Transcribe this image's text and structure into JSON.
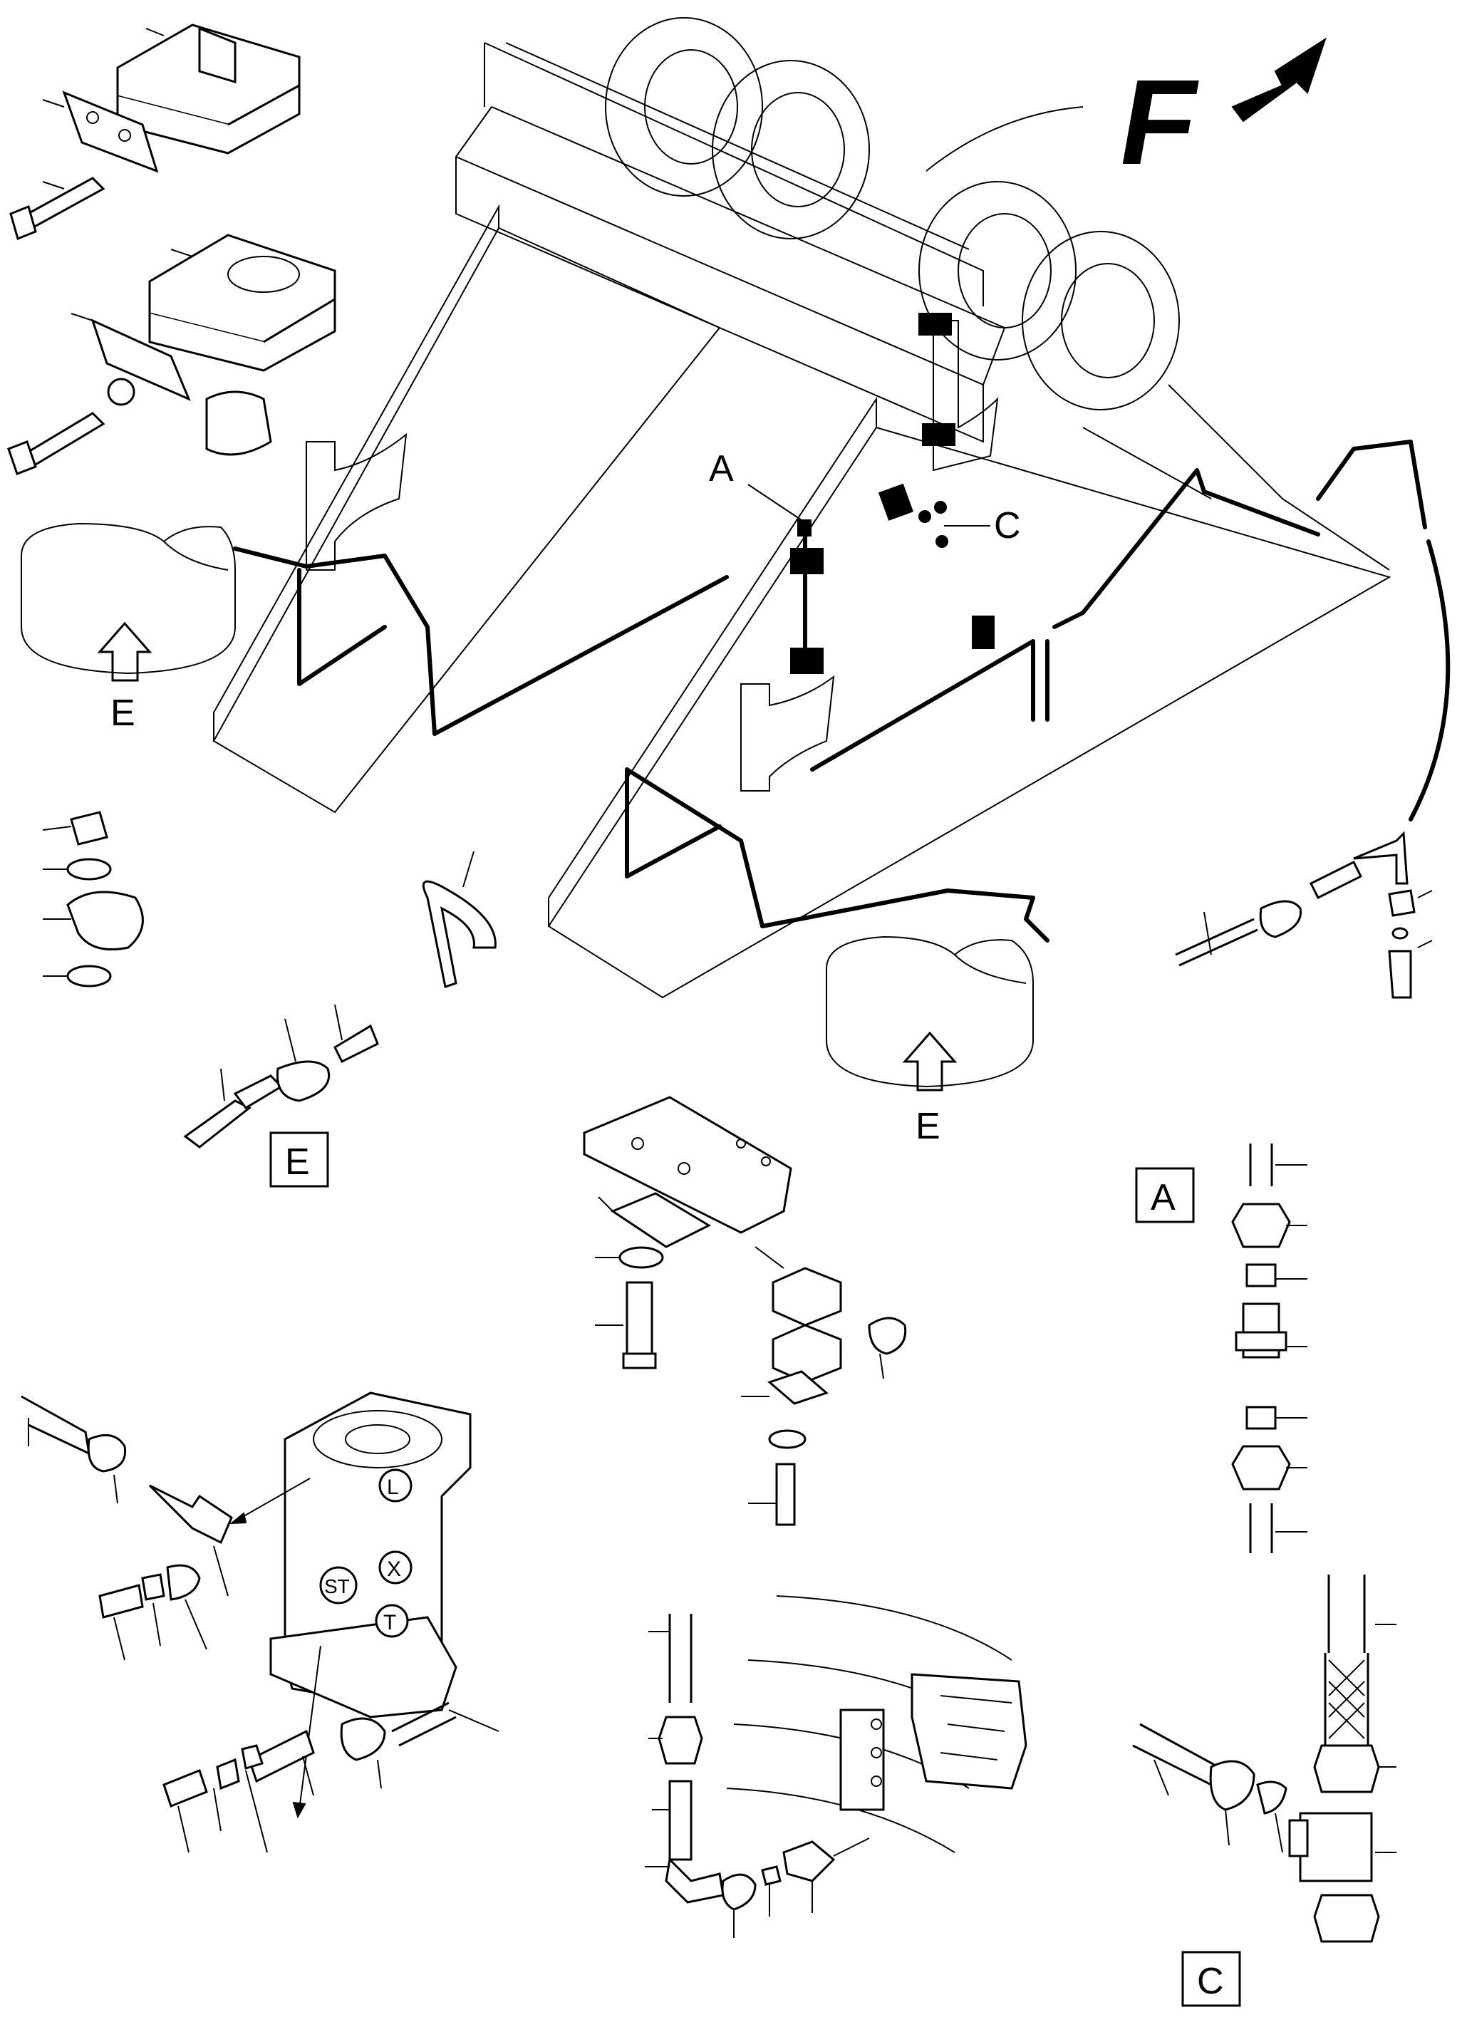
{
  "direction_indicator": {
    "letter": "F"
  },
  "callouts": {
    "a": "A",
    "c": "C",
    "e": "E"
  },
  "port_labels": {
    "l": "L",
    "x": "X",
    "st": "ST",
    "t": "T"
  },
  "detail_boxes": {
    "a": "A",
    "c": "C",
    "e": "E"
  }
}
